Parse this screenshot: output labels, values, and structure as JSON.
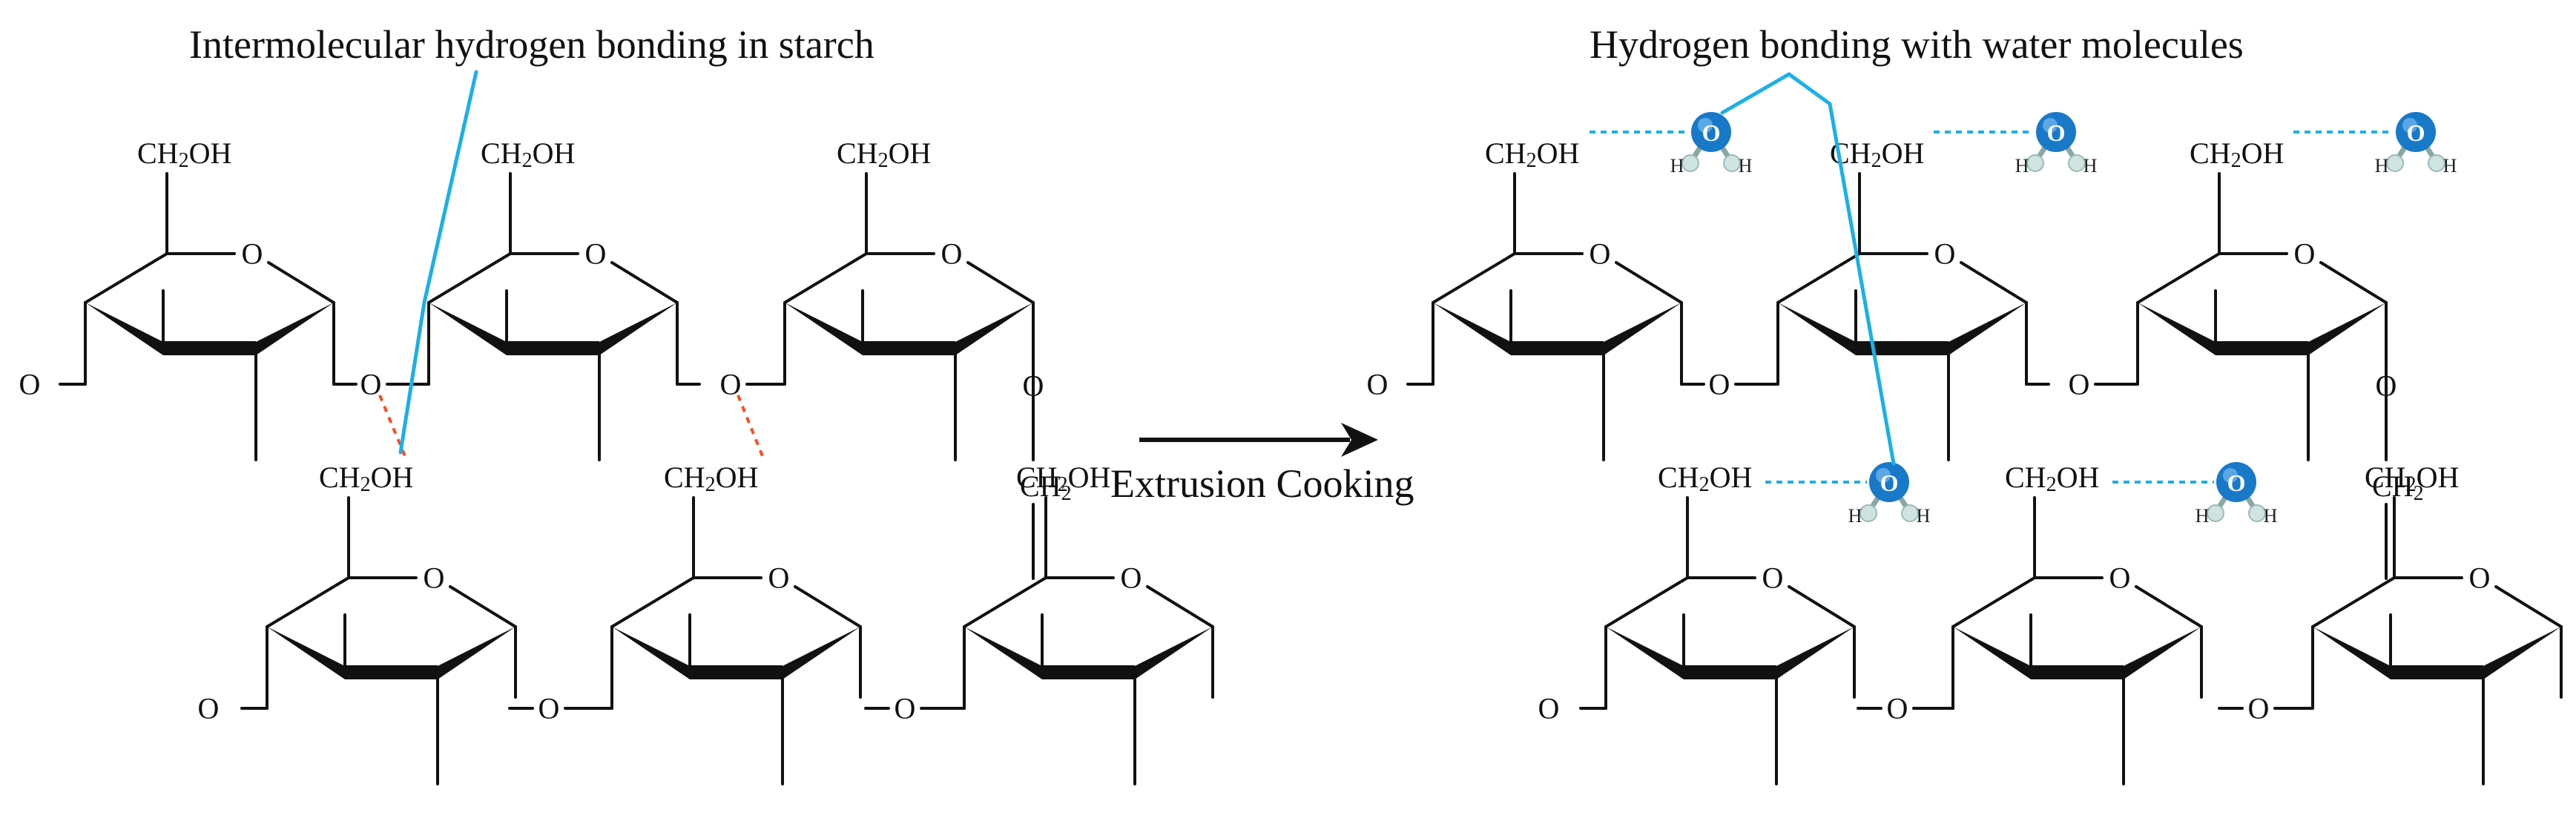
{
  "colors": {
    "bond_line": "#111111",
    "callout_line": "#1ab0e8",
    "intermolecular_hbond": "#ff4a1c",
    "water_hbond": "#1ab0e8",
    "water_oxygen": "#1879c9",
    "water_hydrogen": "#cfe3df"
  },
  "icons": {
    "water_molecule": "water-molecule-icon",
    "reaction_arrow": "arrow-right-icon"
  },
  "labels": {
    "left_title": "Intermolecular hydrogen bonding in starch",
    "right_title": "Hydrogen bonding with water molecules",
    "arrow_label": "Extrusion Cooking",
    "ch2oh_prefix": "CH",
    "ch2oh_sub": "2",
    "ch2oh_suffix": "OH",
    "ch2_prefix": "CH",
    "ch2_sub": "2",
    "ring_oxygen": "O",
    "bridge_oxygen": "O",
    "end_oxygen": "O",
    "water_o": "O",
    "water_h": "H"
  },
  "panels": {
    "before": {
      "description_key": "left_title"
    },
    "after": {
      "description_key": "right_title"
    }
  }
}
